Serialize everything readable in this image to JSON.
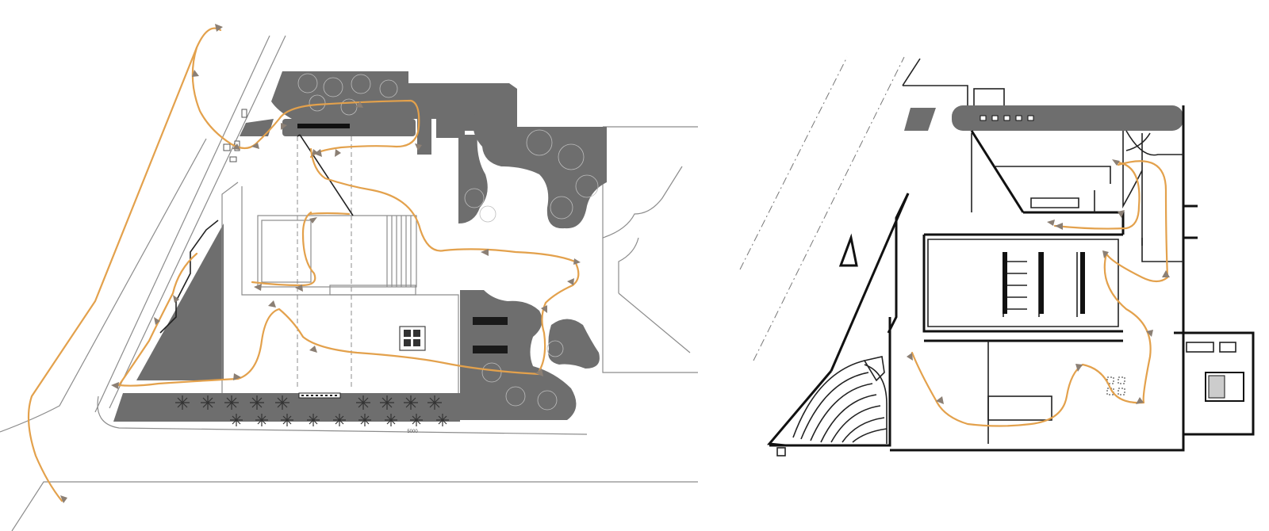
{
  "colors": {
    "mass": "#6e6e6e",
    "mass_dark": "#5a5a5a",
    "path": "#e3a14c",
    "arrow": "#8b7f74",
    "line": "#8c8c8c",
    "ink": "#111111"
  },
  "panels": [
    {
      "id": "left",
      "icon": "site-plan-drawing"
    },
    {
      "id": "right",
      "icon": "floor-plan-drawing"
    }
  ],
  "scale_label": "5000"
}
